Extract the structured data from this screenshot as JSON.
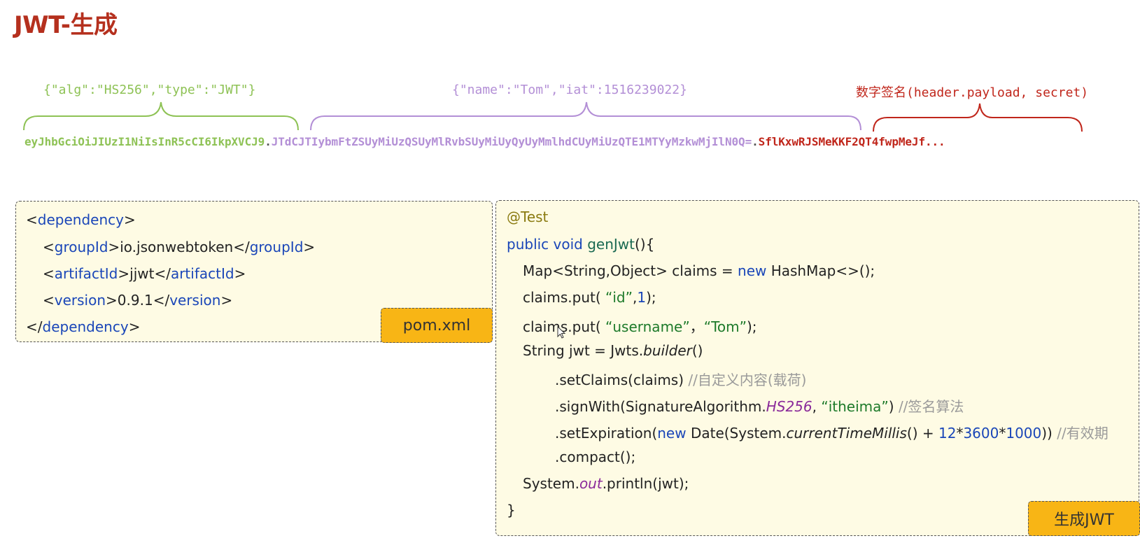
{
  "title": "JWT-生成",
  "structure": {
    "header_label": "{\"alg\":\"HS256\",\"type\":\"JWT\"}",
    "payload_label": "{\"name\":\"Tom\",\"iat\":1516239022}",
    "signature_label": "数字签名(header.payload, secret)",
    "token": {
      "header": "eyJhbGciOiJIUzI1NiIsInR5cCI6IkpXVCJ9",
      "dot1": ".",
      "payload": "JTdCJTIybmFtZSUyMiUzQSUyMlRvbSUyMiUyQyUyMmlhdCUyMiUzQTE1MTYyMzkwMjIlN0Q=",
      "dot2": ".",
      "signature": "SflKxwRJSMeKKF2QT4fwpMeJf..."
    },
    "colors": {
      "header": "#8ec255",
      "payload": "#b38fd6",
      "signature": "#c0261b"
    }
  },
  "pom": {
    "tab_label": "pom.xml",
    "lt": "<",
    "gt": ">",
    "lt_close": "</",
    "dependency_tag": "dependency",
    "groupId_tag": "groupId",
    "groupId_value": "io.jsonwebtoken",
    "artifactId_tag": "artifactId",
    "artifactId_value": "jjwt",
    "version_tag": "version",
    "version_value": "0.9.1"
  },
  "code": {
    "tab_label": "生成JWT",
    "annotation": "@Test",
    "sig_kw": "public void",
    "method_name": "genJwt",
    "sig_end": "(){",
    "map_decl": "Map<String,Object> claims = ",
    "new_kw": "new",
    "map_ctor": " HashMap<>();",
    "put1_start": "claims.put(",
    "put1_key": "“id”",
    "put1_comma": ",",
    "put1_value": "1",
    "put1_end": ");",
    "put2_start": "claims.put(",
    "put2_key": "“username”",
    "put2_comma": "，",
    "put2_value": "“Tom”",
    "put2_end": ");",
    "jwt_decl": "String jwt = Jwts.",
    "builder": "builder",
    "builder_end": "()",
    "set_claims": ".setClaims(claims)",
    "set_claims_comment": "//自定义内容(载荷)",
    "sign_with": ".signWith(SignatureAlgorithm.",
    "hs256": "HS256",
    "sign_comma": ",",
    "secret": "“itheima”",
    "sign_end": ")",
    "sign_comment": "//签名算法",
    "set_exp": ".setExpiration(",
    "exp_new": "new",
    "exp_date": " Date(System.",
    "current_time": "currentTimeMillis",
    "exp_plus": "() + ",
    "n12": "12",
    "star1": "*",
    "n3600": "3600",
    "star2": "*",
    "n1000": "1000",
    "exp_end": "))",
    "exp_comment": "//有效期",
    "compact": ".compact();",
    "println_start": "System.",
    "out": "out",
    "println_end": ".println(jwt);",
    "close_brace": "}"
  }
}
